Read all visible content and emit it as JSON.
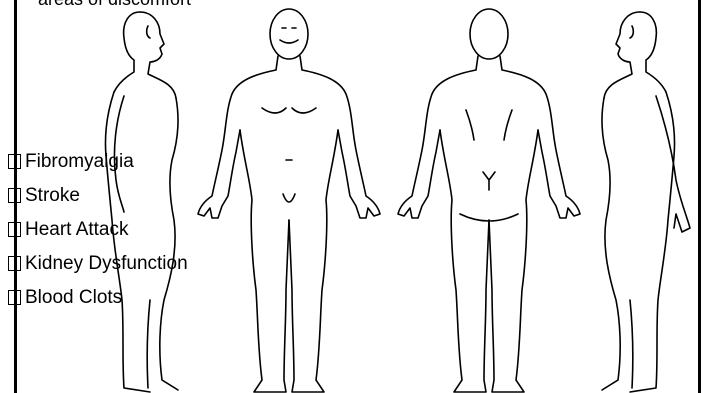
{
  "form": {
    "caption": "areas of discomfort",
    "conditions": [
      {
        "label": "Fibromyalgia"
      },
      {
        "label": "Stroke"
      },
      {
        "label": "Heart Attack"
      },
      {
        "label": "Kidney Dysfunction"
      },
      {
        "label": "Blood Clots"
      }
    ]
  },
  "figures": [
    {
      "name": "side-view-figure"
    },
    {
      "name": "front-view-figure"
    },
    {
      "name": "back-view-figure"
    },
    {
      "name": "side-view-figure"
    }
  ],
  "colors": {
    "line": "#000000",
    "background": "#ffffff"
  }
}
